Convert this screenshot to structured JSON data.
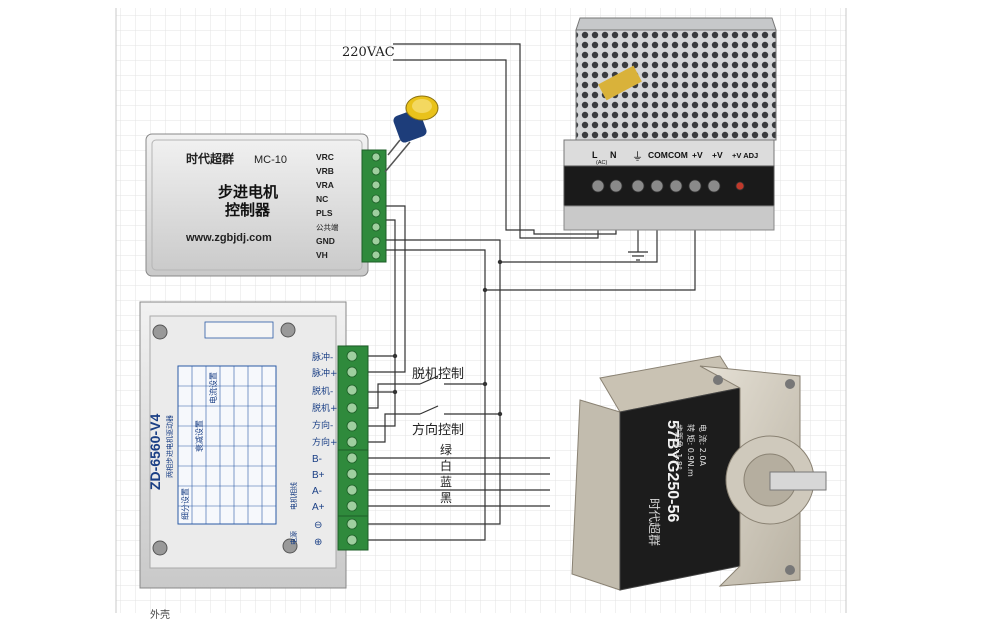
{
  "diagram": {
    "ac_input_label": "220VAC",
    "controller": {
      "brand": "时代超群",
      "model": "MC-10",
      "title_line1": "步进电机",
      "title_line2": "控制器",
      "website": "www.zgbjdj.com",
      "terminals": [
        "VRC",
        "VRB",
        "VRA",
        "NC",
        "PLS",
        "公共端",
        "GND",
        "VH"
      ]
    },
    "driver": {
      "model": "ZD-6560-V4",
      "subtitle": "两相步进电机驱动器",
      "table_headers": [
        "细分设置",
        "衰减设置",
        "电流设置"
      ],
      "side_label_motor": "电机相线",
      "side_label_power": "电源",
      "terminals": [
        "脉冲-",
        "脉冲+",
        "脱机-",
        "脱机+",
        "方向-",
        "方向+",
        "B-",
        "B+",
        "A-",
        "A+",
        "⊖",
        "⊕"
      ]
    },
    "power_supply": {
      "terminals": [
        "L",
        "N",
        "⏚",
        "COM",
        "COM",
        "+V",
        "+V",
        "+V ADJ"
      ],
      "ac_note": "(AC)"
    },
    "motor": {
      "brand": "时代超群",
      "model": "57BYG250-56",
      "spec_line1": "步距角: 1.8°",
      "spec_line2": "转 矩: 0.9N.m",
      "spec_line3": "电 流: 2.0A"
    },
    "switch_labels": {
      "release": "脱机控制",
      "direction": "方向控制"
    },
    "wire_colors": [
      "绿",
      "白",
      "蓝",
      "黑"
    ],
    "footer_text": "外壳"
  }
}
